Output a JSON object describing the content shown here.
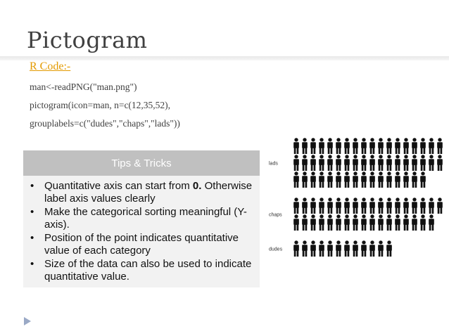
{
  "slide": {
    "title": "Pictogram",
    "code_heading": "R Code:-",
    "code_lines": [
      "man<-readPNG(\"man.png\")",
      "pictogram(icon=man, n=c(12,35,52),",
      "grouplabels=c(\"dudes\",\"chaps\",\"lads\"))"
    ]
  },
  "tips": {
    "header": "Tips & Tricks",
    "items": [
      {
        "text": "Quantitative axis can start from ",
        "bold": "0.",
        "rest": " Otherwise label axis values clearly"
      },
      {
        "text": "Make the categorical sorting meaningful (Y-axis)."
      },
      {
        "text": "Position of the point indicates quantitative value of each category"
      },
      {
        "text": "Size of the data can also be used to indicate quantitative value."
      }
    ]
  },
  "chart_data": {
    "type": "bar",
    "categories": [
      "lads",
      "chaps",
      "dudes"
    ],
    "values": [
      52,
      35,
      12
    ],
    "icons_per_row": 18,
    "icon": "man-icon",
    "icon_color": "#111111"
  },
  "colors": {
    "title": "#404040",
    "code_heading": "#e39a00",
    "tips_header_bg": "#c0c0c0",
    "tips_body_bg": "#f2f2f2",
    "nav_arrow": "#9aa9c6"
  }
}
